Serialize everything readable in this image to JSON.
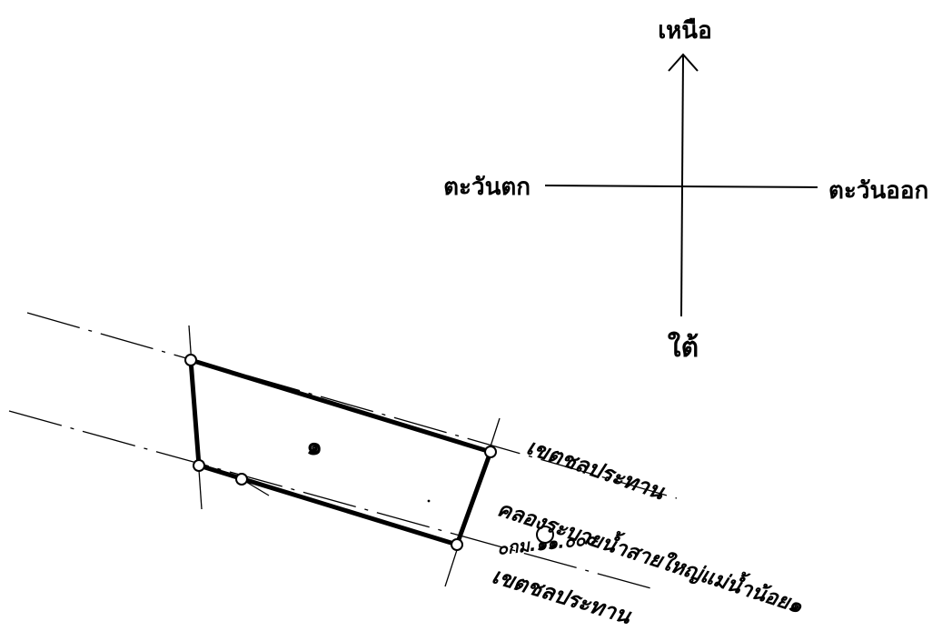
{
  "compass": {
    "north": "เหนือ",
    "south": "ใต้",
    "west": "ตะวันตก",
    "east": "ตะวันออก"
  },
  "parcel": {
    "number": "๑"
  },
  "labels": {
    "boundary_upper": "เขตชลประทาน",
    "canal_name": "คลองระบายน้ำสายใหญ่แม่น้ำน้อย๑",
    "canal_km": "๐กม.๑๑.๐๐๐",
    "boundary_lower": "เขตชลประทาน"
  },
  "colors": {
    "ink": "#000000",
    "paper": "#ffffff"
  }
}
